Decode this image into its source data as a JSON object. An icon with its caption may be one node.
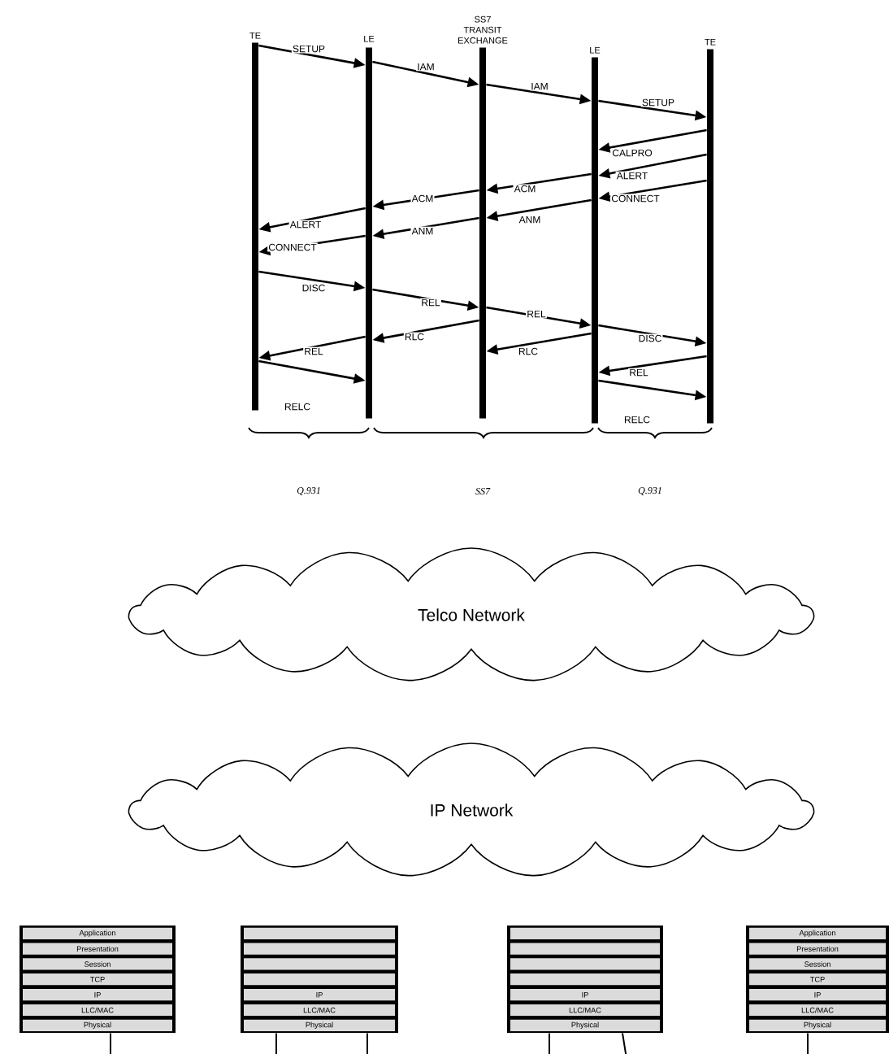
{
  "diagram": {
    "nodes": [
      {
        "text": [
          "TE"
        ]
      },
      {
        "text": [
          "LE"
        ]
      },
      {
        "text": [
          "SS7 TRANSIT EXCHANGE"
        ]
      },
      {
        "text": [
          "LE"
        ]
      },
      {
        "text": [
          "TE"
        ]
      },
      {
        "text": [
          "Telco Network"
        ]
      },
      {
        "text": [
          "IP Network"
        ]
      },
      {
        "text": [],
        "shape": "box"
      },
      {
        "text": [
          "Application"
        ],
        "in": 7
      },
      {
        "text": [
          "Presentation"
        ],
        "in": 7
      },
      {
        "text": [
          "Session"
        ],
        "in": 7
      },
      {
        "text": [
          "TCP"
        ],
        "in": 7
      },
      {
        "text": [
          "IP"
        ],
        "in": 7
      },
      {
        "text": [
          "LLC/MAC"
        ],
        "in": 7
      },
      {
        "text": [
          "Physical"
        ],
        "in": 7
      },
      {
        "text": [],
        "shape": "box"
      },
      {
        "text": [],
        "shape": "bar",
        "in": 15
      },
      {
        "text": [],
        "shape": "bar",
        "in": 15
      },
      {
        "text": [],
        "shape": "bar",
        "in": 15
      },
      {
        "text": [],
        "shape": "bar",
        "in": 15
      },
      {
        "text": [
          "IP"
        ],
        "in": 15
      },
      {
        "text": [
          "LLC/MAC"
        ],
        "in": 15
      },
      {
        "text": [
          "Physical"
        ],
        "in": 15
      },
      {
        "text": [],
        "shape": "box"
      },
      {
        "text": [],
        "shape": "bar",
        "in": 23
      },
      {
        "text": [],
        "shape": "bar",
        "in": 23
      },
      {
        "text": [],
        "shape": "bar",
        "in": 23
      },
      {
        "text": [],
        "shape": "bar",
        "in": 23
      },
      {
        "text": [
          "IP"
        ],
        "in": 23
      },
      {
        "text": [
          "LLC/MAC"
        ],
        "in": 23
      },
      {
        "text": [
          "Physical"
        ],
        "in": 23
      },
      {
        "text": [],
        "shape": "box"
      },
      {
        "text": [
          "Application"
        ],
        "in": 31
      },
      {
        "text": [
          "Presentation"
        ],
        "in": 31
      },
      {
        "text": [
          "Session"
        ],
        "in": 31
      },
      {
        "text": [
          "TCP"
        ],
        "in": 31
      },
      {
        "text": [
          "IP"
        ],
        "in": 31
      },
      {
        "text": [
          "LLC/MAC"
        ],
        "in": 31
      },
      {
        "text": [
          "Physical"
        ],
        "in": 31
      }
    ],
    "edges": [
      {
        "from": 0,
        "to": 1,
        "arrow": "to",
        "label": "SETUP"
      },
      {
        "from": 1,
        "to": 2,
        "arrow": "to",
        "label": "IAM"
      },
      {
        "from": 2,
        "to": 3,
        "arrow": "to",
        "label": "IAM"
      },
      {
        "from": 3,
        "to": 4,
        "arrow": "to",
        "label": "SETUP"
      },
      {
        "from": 4,
        "to": 3,
        "arrow": "to",
        "label": "CALPRO"
      },
      {
        "from": 4,
        "to": 3,
        "arrow": "to",
        "label": "ALERT"
      },
      {
        "from": 3,
        "to": 2,
        "arrow": "to",
        "label": "ACM"
      },
      {
        "from": 4,
        "to": 3,
        "arrow": "to",
        "label": "CONNECT"
      },
      {
        "from": 2,
        "to": 1,
        "arrow": "to",
        "label": "ACM"
      },
      {
        "from": 3,
        "to": 2,
        "arrow": "to",
        "label": "ANM"
      },
      {
        "from": 1,
        "to": 0,
        "arrow": "to",
        "label": "ALERT"
      },
      {
        "from": 2,
        "to": 1,
        "arrow": "to",
        "label": "ANM"
      },
      {
        "from": 1,
        "to": 0,
        "arrow": "to",
        "label": "CONNECT"
      },
      {
        "from": 0,
        "to": 1,
        "arrow": "to",
        "label": "DISC"
      },
      {
        "from": 1,
        "to": 2,
        "arrow": "to",
        "label": "REL"
      },
      {
        "from": 2,
        "to": 3,
        "arrow": "to",
        "label": "REL"
      },
      {
        "from": 2,
        "to": 1,
        "arrow": "to",
        "label": "RLC"
      },
      {
        "from": 3,
        "to": 4,
        "arrow": "to",
        "label": "DISC"
      },
      {
        "from": 3,
        "to": 2,
        "arrow": "to",
        "label": "RLC"
      },
      {
        "from": 1,
        "to": 0,
        "arrow": "to",
        "label": "REL"
      },
      {
        "from": 4,
        "to": 3,
        "arrow": "to",
        "label": "REL"
      },
      {
        "from": 0,
        "to": 1,
        "arrow": "to",
        "label": "RELC"
      },
      {
        "from": 3,
        "to": 4,
        "arrow": "to",
        "label": "RELC"
      },
      {
        "from": 7,
        "to": null,
        "arrow": "none"
      },
      {
        "from": 15,
        "to": null,
        "arrow": "none"
      },
      {
        "from": 15,
        "to": null,
        "arrow": "none"
      },
      {
        "from": 23,
        "to": null,
        "arrow": "none"
      },
      {
        "from": 23,
        "to": null,
        "arrow": "none"
      },
      {
        "from": 31,
        "to": null,
        "arrow": "none"
      }
    ],
    "labels": [
      "Q.931",
      "SS7",
      "Q.931"
    ]
  }
}
